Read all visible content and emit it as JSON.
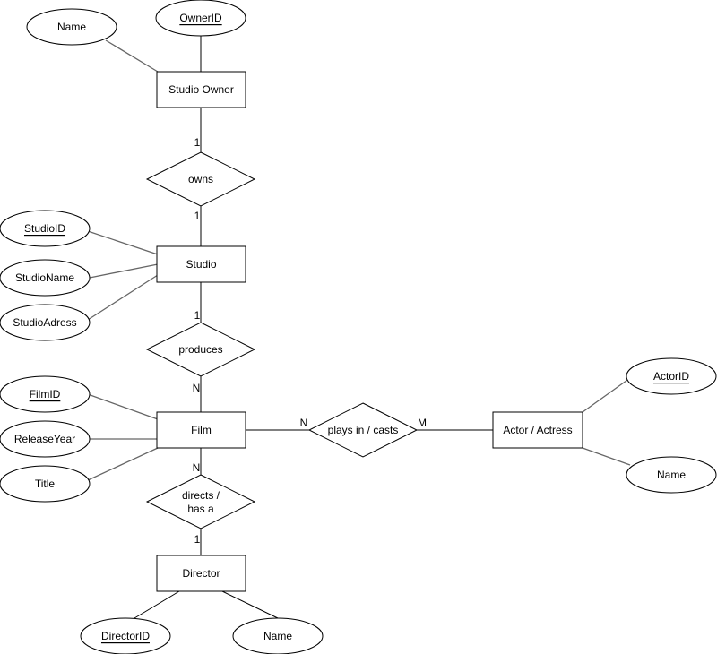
{
  "entities": {
    "studio_owner": "Studio Owner",
    "studio": "Studio",
    "film": "Film",
    "actor": "Actor / Actress",
    "director": "Director"
  },
  "relationships": {
    "owns": "owns",
    "produces": "produces",
    "plays_in": "plays in / casts",
    "directs_line1": "directs /",
    "directs_line2": "has a"
  },
  "attributes": {
    "owner_name": "Name",
    "owner_id": "OwnerID",
    "studio_id": "StudioID",
    "studio_name": "StudioName",
    "studio_address": "StudioAdress",
    "film_id": "FilmID",
    "release_year": "ReleaseYear",
    "title": "Title",
    "actor_id": "ActorID",
    "actor_name": "Name",
    "director_id": "DirectorID",
    "director_name": "Name"
  },
  "cardinalities": {
    "owns_owner": "1",
    "owns_studio": "1",
    "produces_studio": "1",
    "produces_film": "N",
    "plays_film": "N",
    "plays_actor": "M",
    "directs_film": "N",
    "directs_director": "1"
  },
  "colors": {
    "stroke": "#000000",
    "attribute_link": "#666666",
    "fill": "#ffffff"
  }
}
